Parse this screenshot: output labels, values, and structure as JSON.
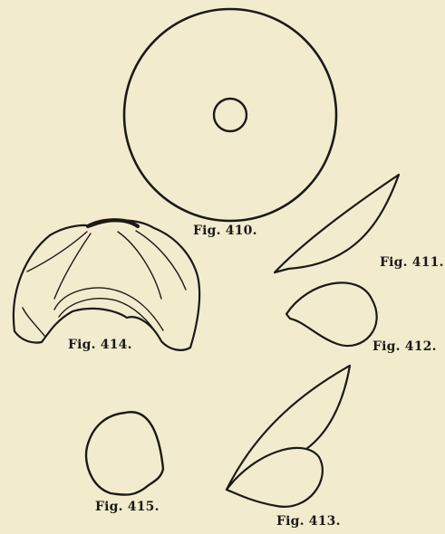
{
  "figures": [
    {
      "id": "fig410",
      "caption": "Fig. 410."
    },
    {
      "id": "fig411",
      "caption": "Fig. 411."
    },
    {
      "id": "fig412",
      "caption": "Fig. 412."
    },
    {
      "id": "fig413",
      "caption": "Fig. 413."
    },
    {
      "id": "fig414",
      "caption": "Fig. 414."
    },
    {
      "id": "fig415",
      "caption": "Fig. 415."
    }
  ],
  "colors": {
    "paper": "#f2ebce",
    "ink": "#1c1a16"
  }
}
